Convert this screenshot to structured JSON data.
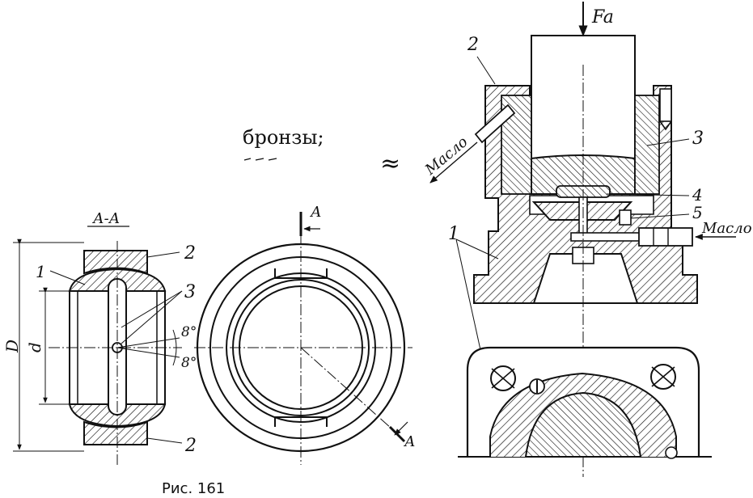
{
  "section_label": "А-А",
  "cut_label_top": "А",
  "cut_label_bottom": "А",
  "dim_outer": "D",
  "dim_inner": "d",
  "angle_upper": "8°",
  "angle_lower": "8°",
  "left_labels": {
    "l1": "1",
    "l2_top": "2",
    "l2_bottom": "2",
    "l3": "3"
  },
  "word_fragment": "бронзы;",
  "approx_symbol": "≈",
  "force_label": "Fa",
  "oil_label_left": "Масло",
  "oil_label_right": "Масло",
  "right_labels": {
    "r1": "1",
    "r2": "2",
    "r3": "3",
    "r4": "4",
    "r5": "5"
  },
  "caption": "Рис.  161"
}
